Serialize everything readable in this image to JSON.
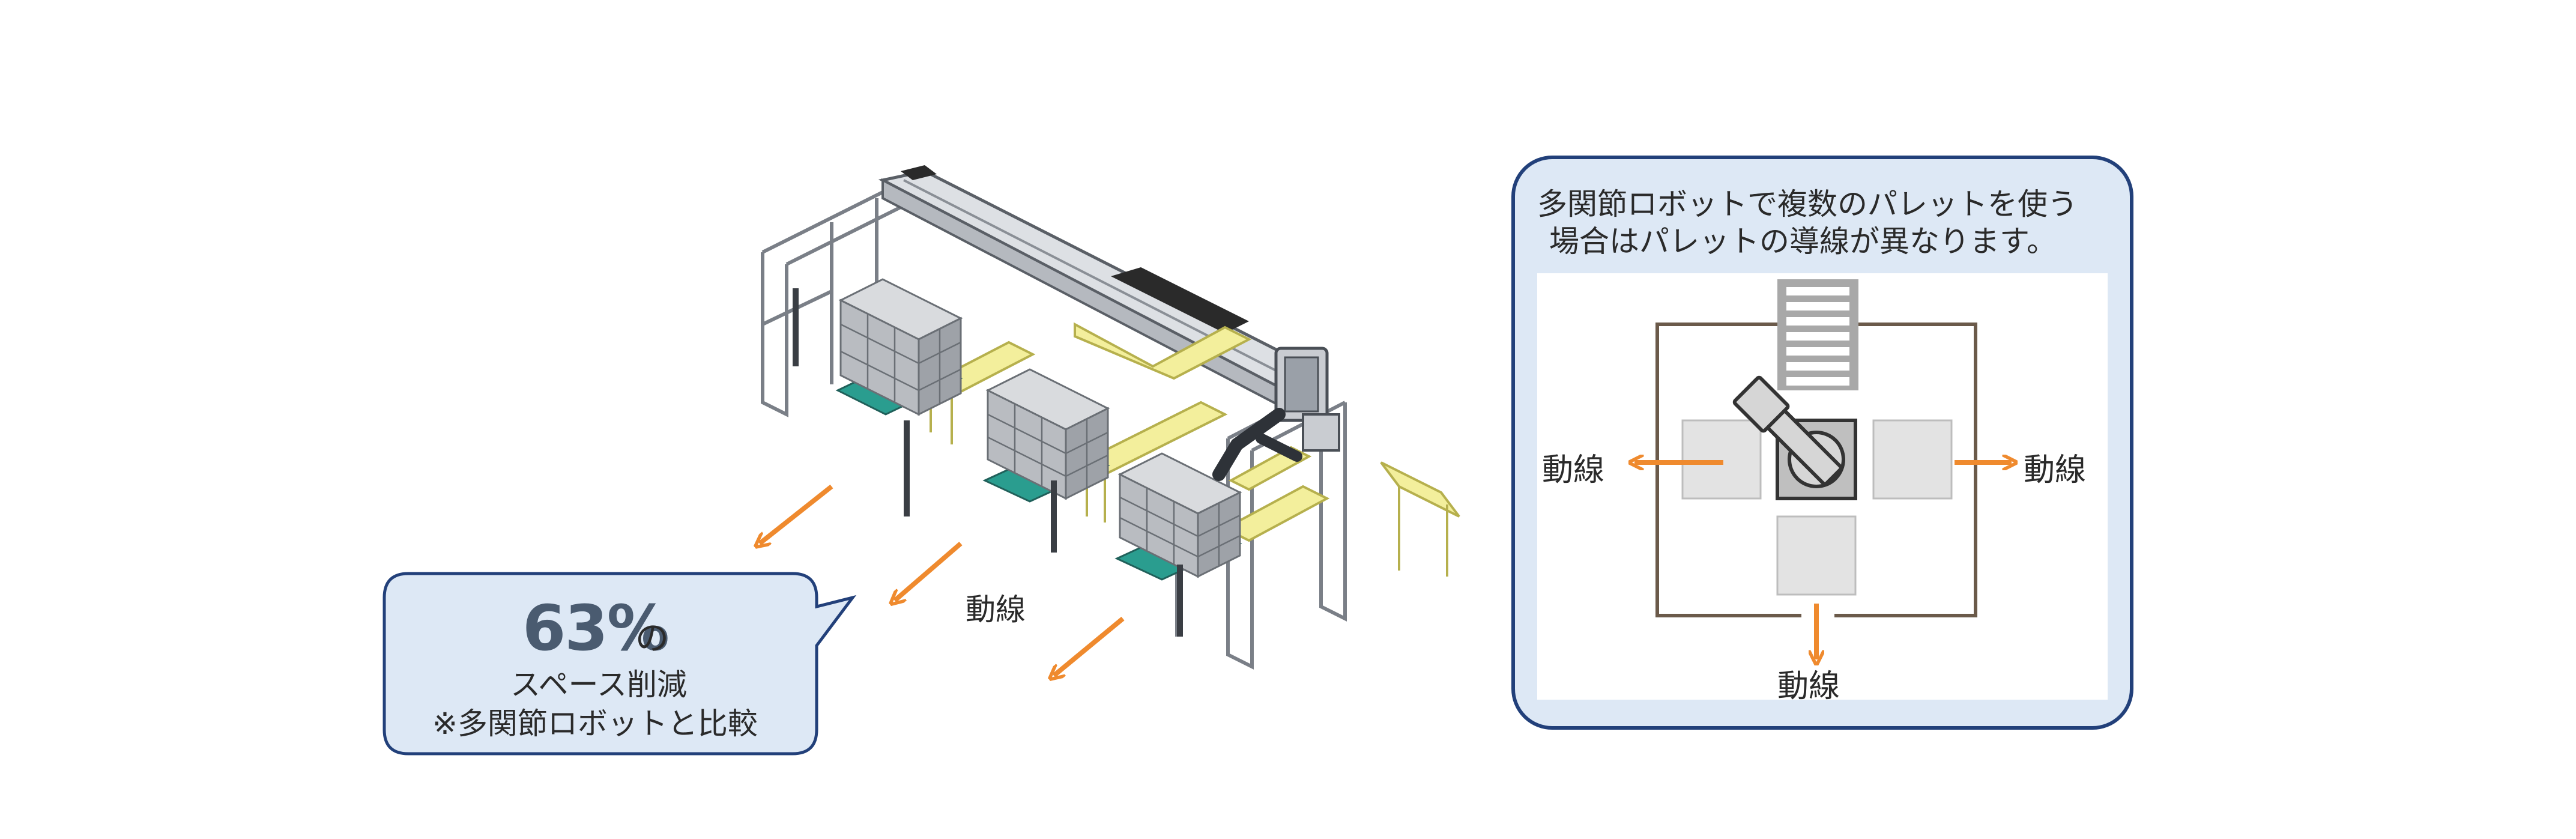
{
  "colors": {
    "accent_arrow": "#ef8a2e",
    "panel_fill": "#dde8f5",
    "panel_border": "#22407a",
    "callout_big_text": "#4a5b70",
    "conveyor_yellow": "#f3ef9c",
    "pallet_teal": "#2a9d8f"
  },
  "callout": {
    "percent": "63%",
    "suffix": "の",
    "line2": "スペース削減",
    "line3": "※多関節ロボットと比較"
  },
  "flow_label": "動線",
  "panel": {
    "title_line1": "多関節ロボットで複数のパレットを使う",
    "title_line2": "場合はパレットの導線が異なります。",
    "flow_left": "動線",
    "flow_right": "動線",
    "flow_bottom": "動線"
  },
  "icons": [
    "orange-arrow-icon",
    "robot-arm-icon",
    "conveyor-icon"
  ]
}
